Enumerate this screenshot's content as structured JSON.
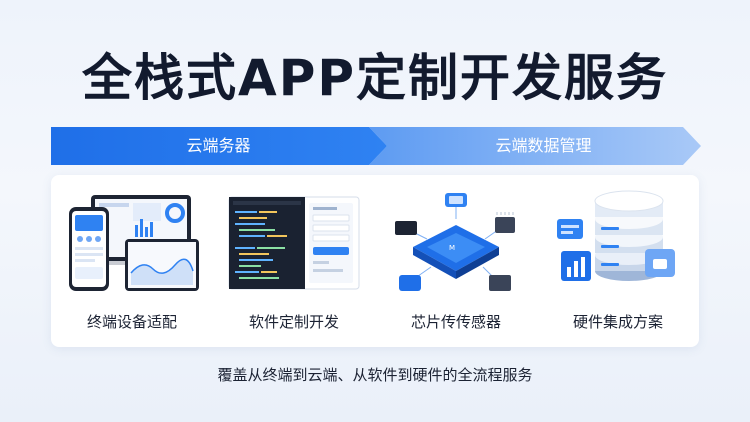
{
  "title": "全栈式APP定制开发服务",
  "stages": [
    "云端务器",
    "云端数据管理"
  ],
  "cards": [
    {
      "label": "终端设备适配",
      "icon": "device-mockup-icon"
    },
    {
      "label": "软件定制开发",
      "icon": "code-editor-icon"
    },
    {
      "label": "芯片传传感器",
      "icon": "chip-sensor-icon"
    },
    {
      "label": "硬件集成方案",
      "icon": "server-stack-icon"
    }
  ],
  "footer": "覆盖从终端到云端、从软件到硬件的全流程服务",
  "colors": {
    "primary": "#1f6fe8",
    "primary_light": "#6ea6f5",
    "title": "#121a2e",
    "background": "#eef3fb"
  }
}
